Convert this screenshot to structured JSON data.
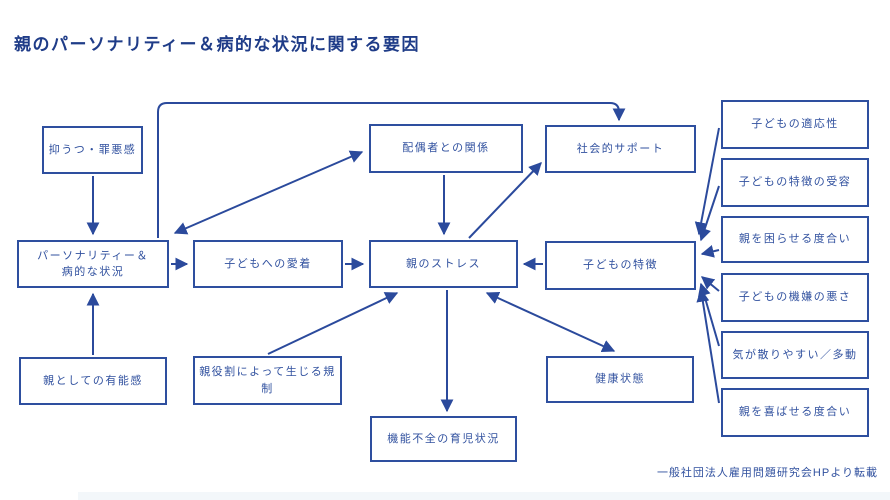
{
  "page": {
    "title": "親のパーソナリティー＆病的な状況に関する要因",
    "credit": "一般社団法人雇用問題研究会HPより転載"
  },
  "colors": {
    "accent_blue": "#2b4a9c",
    "title_blue": "#1f3c88",
    "box_fill": "#ffffff"
  },
  "diagram": {
    "nodes": [
      {
        "id": "depression",
        "label": "抑うつ・罪悪感"
      },
      {
        "id": "spouse",
        "label": "配偶者との関係"
      },
      {
        "id": "social-support",
        "label": "社会的サポート"
      },
      {
        "id": "personality",
        "label": "パーソナリティー＆\n病的な状況"
      },
      {
        "id": "attachment",
        "label": "子どもへの愛着"
      },
      {
        "id": "parent-stress",
        "label": "親のストレス"
      },
      {
        "id": "child-features",
        "label": "子どもの特徴"
      },
      {
        "id": "efficacy",
        "label": "親としての有能感"
      },
      {
        "id": "role-restrict",
        "label": "親役割によって生じる規制"
      },
      {
        "id": "health",
        "label": "健康状態"
      },
      {
        "id": "dysfunction",
        "label": "機能不全の育児状況"
      },
      {
        "id": "adaptability",
        "label": "子どもの適応性"
      },
      {
        "id": "acceptance",
        "label": "子どもの特徴の受容"
      },
      {
        "id": "bother",
        "label": "親を困らせる度合い"
      },
      {
        "id": "moodiness",
        "label": "子どもの機嫌の悪さ"
      },
      {
        "id": "distractible",
        "label": "気が散りやすい／多動"
      },
      {
        "id": "pleasing",
        "label": "親を喜ばせる度合い"
      }
    ],
    "edges": [
      {
        "from": "抑うつ・罪悪感",
        "to": "パーソナリティー＆病的な状況",
        "type": "one-way"
      },
      {
        "from": "親としての有能感",
        "to": "パーソナリティー＆病的な状況",
        "type": "one-way"
      },
      {
        "from": "パーソナリティー＆病的な状況",
        "to": "配偶者との関係",
        "type": "two-way"
      },
      {
        "from": "パーソナリティー＆病的な状況",
        "to": "社会的サポート",
        "type": "one-way"
      },
      {
        "from": "パーソナリティー＆病的な状況",
        "to": "子どもへの愛着",
        "type": "one-way"
      },
      {
        "from": "子どもへの愛着",
        "to": "親のストレス",
        "type": "one-way"
      },
      {
        "from": "配偶者との関係",
        "to": "親のストレス",
        "type": "one-way"
      },
      {
        "from": "親のストレス",
        "to": "社会的サポート",
        "type": "one-way"
      },
      {
        "from": "子どもの特徴",
        "to": "親のストレス",
        "type": "one-way"
      },
      {
        "from": "親役割によって生じる規制",
        "to": "親のストレス",
        "type": "one-way"
      },
      {
        "from": "親のストレス",
        "to": "健康状態",
        "type": "two-way"
      },
      {
        "from": "親のストレス",
        "to": "機能不全の育児状況",
        "type": "one-way"
      },
      {
        "from": "子どもの適応性",
        "to": "子どもの特徴",
        "type": "one-way"
      },
      {
        "from": "子どもの特徴の受容",
        "to": "子どもの特徴",
        "type": "one-way"
      },
      {
        "from": "親を困らせる度合い",
        "to": "子どもの特徴",
        "type": "one-way"
      },
      {
        "from": "子どもの機嫌の悪さ",
        "to": "子どもの特徴",
        "type": "one-way"
      },
      {
        "from": "気が散りやすい／多動",
        "to": "子どもの特徴",
        "type": "one-way"
      },
      {
        "from": "親を喜ばせる度合い",
        "to": "子どもの特徴",
        "type": "one-way"
      }
    ]
  }
}
